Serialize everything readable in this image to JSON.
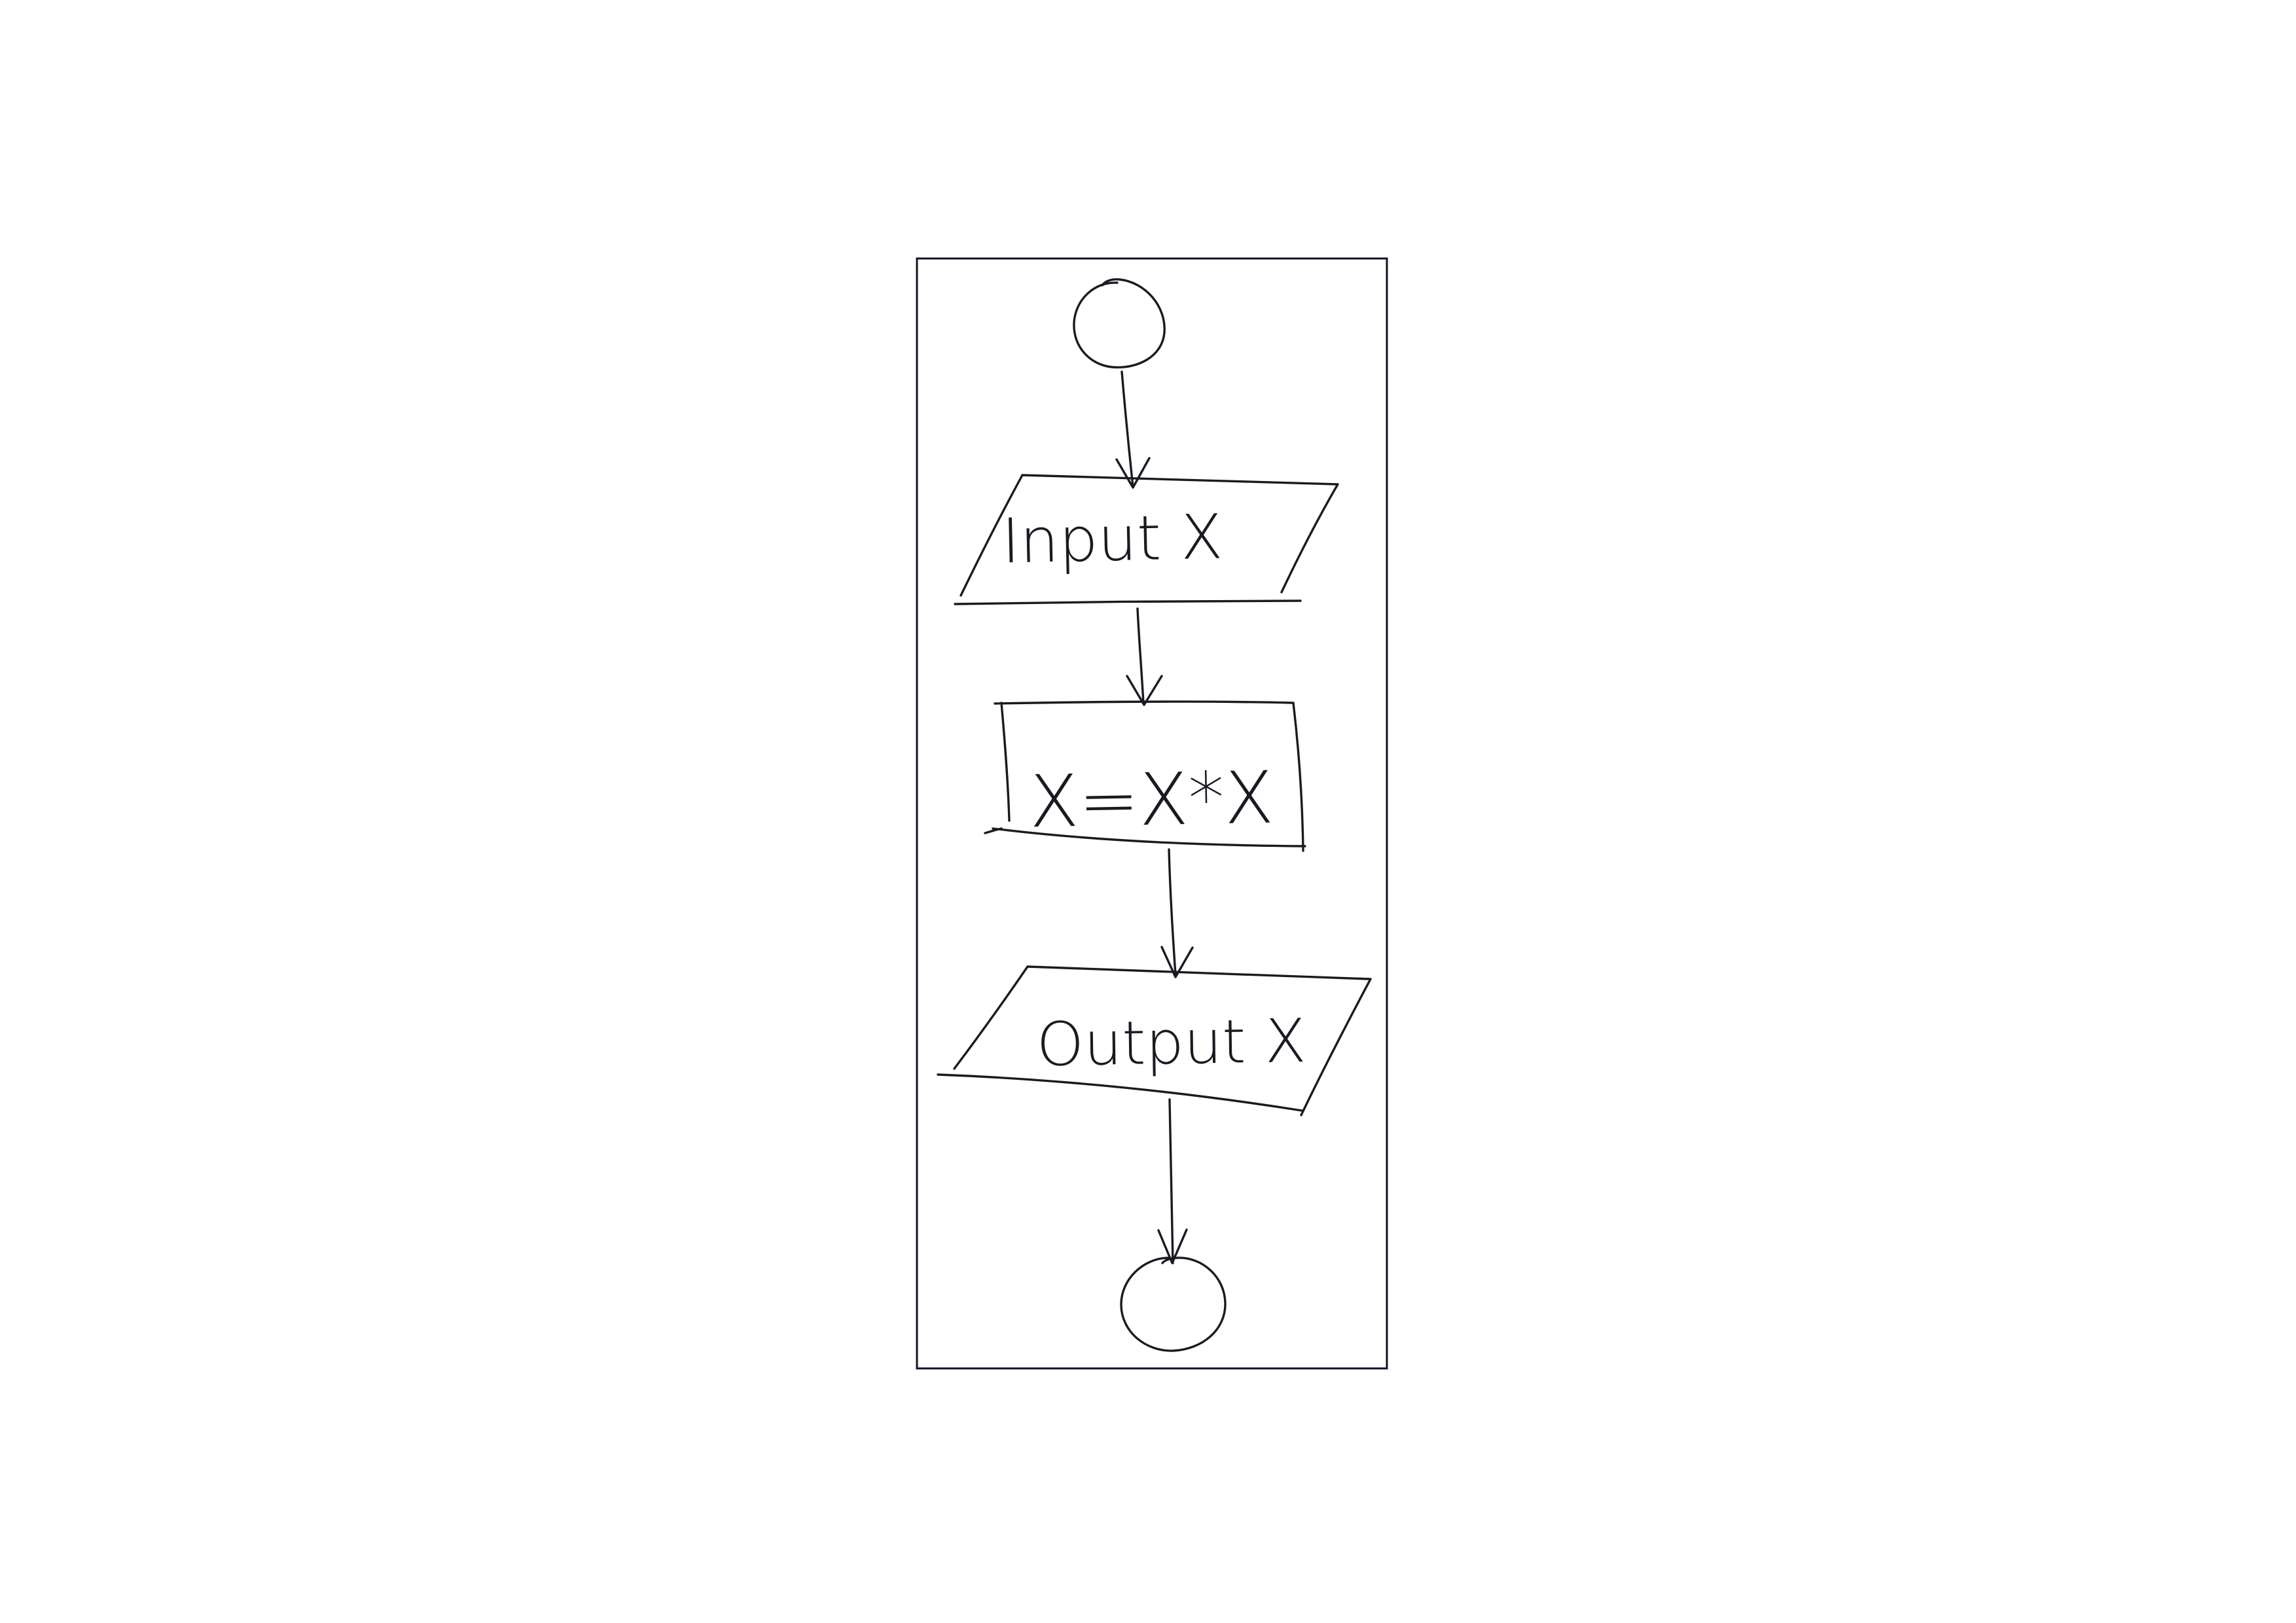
{
  "diagram": {
    "kind": "flowchart",
    "direction": "top-to-bottom",
    "colors": {
      "paper": "#ffffff",
      "ink": "#1a1a22",
      "frame": "#14102a"
    },
    "nodes": [
      {
        "id": "start",
        "shape": "terminal-circle",
        "label": ""
      },
      {
        "id": "input",
        "shape": "parallelogram",
        "label": "Input X"
      },
      {
        "id": "process",
        "shape": "rectangle",
        "label": "X=X*X"
      },
      {
        "id": "output",
        "shape": "parallelogram",
        "label": "Output X"
      },
      {
        "id": "end",
        "shape": "terminal-circle",
        "label": ""
      }
    ],
    "edges": [
      {
        "from": "start",
        "to": "input"
      },
      {
        "from": "input",
        "to": "process"
      },
      {
        "from": "process",
        "to": "output"
      },
      {
        "from": "output",
        "to": "end"
      }
    ]
  }
}
